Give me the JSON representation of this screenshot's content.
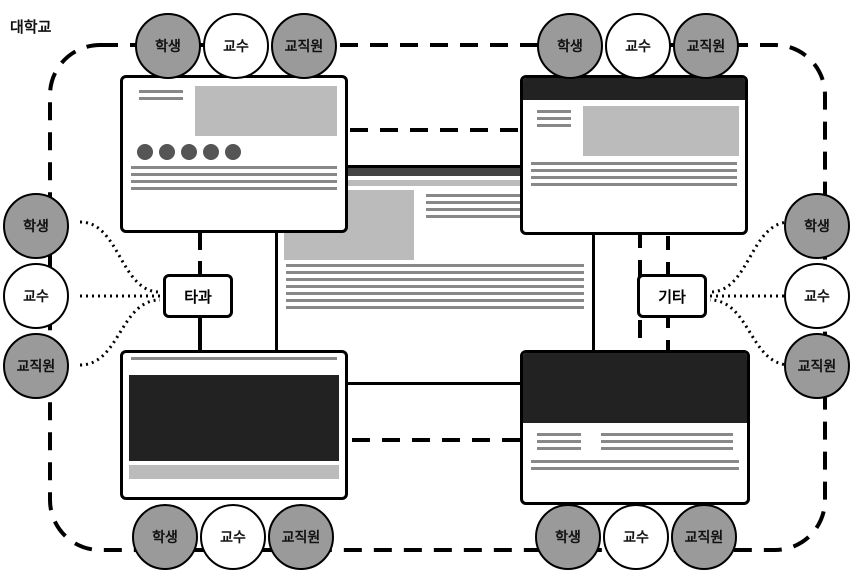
{
  "title": "대학교",
  "groups": {
    "top_left": [
      "학생",
      "교수",
      "교직원"
    ],
    "top_right": [
      "학생",
      "교수",
      "교직원"
    ],
    "bottom_left": [
      "학생",
      "교수",
      "교직원"
    ],
    "bottom_right": [
      "학생",
      "교수",
      "교직원"
    ],
    "left": [
      "학생",
      "교수",
      "교직원"
    ],
    "right": [
      "학생",
      "교수",
      "교직원"
    ]
  },
  "boxes": {
    "left_label": "타과",
    "right_label": "기타"
  }
}
